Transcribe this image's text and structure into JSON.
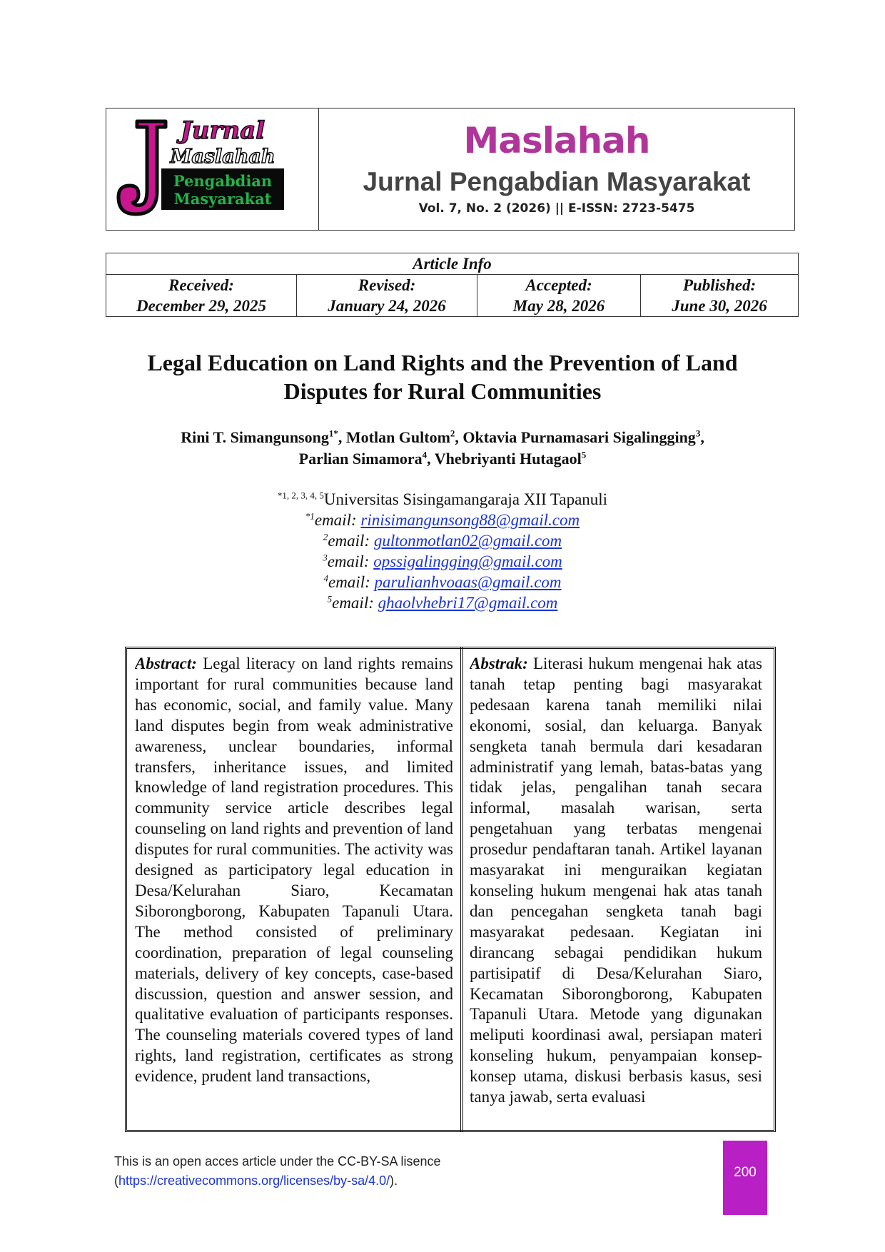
{
  "header": {
    "logo": {
      "word_top": "Jurnal",
      "word_mid": "Maslahah",
      "line1": "Pengabdian",
      "line2": "Masyarakat",
      "color_magenta": "#c8168f",
      "color_green": "#22b34a",
      "color_black": "#0a0a0a"
    },
    "journal_name": "Maslahah",
    "journal_subtitle": "Jurnal Pengabdian Masyarakat",
    "volume_line": "Vol. 7, No. 2 (2026) || E-ISSN: 2723-5475",
    "brand_color": "#b0359b"
  },
  "article_info": {
    "heading": "Article Info",
    "columns": [
      {
        "label": "Received:",
        "date": "December 29, 2025"
      },
      {
        "label": "Revised:",
        "date": "January 24, 2026"
      },
      {
        "label": "Accepted:",
        "date": "May 28, 2026"
      },
      {
        "label": "Published:",
        "date": "June 30, 2026"
      }
    ]
  },
  "title": {
    "line1": "Legal Education on Land Rights and the Prevention of Land",
    "line2": "Disputes for Rural Communities"
  },
  "authors": [
    {
      "name": "Rini T. Simangunsong",
      "sup": "1*",
      "sep": ", "
    },
    {
      "name": "Motlan Gultom",
      "sup": "2",
      "sep": ", "
    },
    {
      "name": "Oktavia Purnamasari Sigalingging",
      "sup": "3",
      "sep": ","
    },
    {
      "name": "Parlian Simamora",
      "sup": "4",
      "sep": ", "
    },
    {
      "name": "Vhebriyanti Hutagaol",
      "sup": "5",
      "sep": ""
    }
  ],
  "affiliation": {
    "sup": "*1, 2, 3, 4, 5",
    "name": "Universitas Sisingamangaraja XII Tapanuli"
  },
  "emails": [
    {
      "sup": "*1",
      "label": "email: ",
      "address": "rinisimangunsong88@gmail.com"
    },
    {
      "sup": "2",
      "label": "email: ",
      "address": "gultonmotlan02@gmail.com"
    },
    {
      "sup": "3",
      "label": "email: ",
      "address": "opssigalingging@gmail.com"
    },
    {
      "sup": "4",
      "label": "email: ",
      "address": "parulianhvoaas@gmail.com"
    },
    {
      "sup": "5",
      "label": "email: ",
      "address": "ghaolvhebri17@gmail.com"
    }
  ],
  "abstract_en": {
    "label": "Abstract:",
    "text": "Legal literacy on land rights remains important for rural communities because land has economic, social, and family value. Many land disputes begin from weak administrative awareness, unclear boundaries, informal transfers, inheritance issues, and limited knowledge of land registration procedures. This community service article describes legal counseling on land rights and prevention of land disputes for rural communities. The activity was designed as participatory legal education in Desa/Kelurahan Siaro, Kecamatan Siborongborong, Kabupaten Tapanuli Utara. The method consisted of preliminary coordination, preparation of legal counseling materials, delivery of key concepts, case-based discussion, question and answer session, and qualitative evaluation of participants responses. The counseling materials covered types of land rights, land registration, certificates as strong evidence, prudent land transactions,"
  },
  "abstract_id": {
    "label": "Abstrak:",
    "text": "Literasi hukum mengenai hak atas tanah tetap penting bagi masyarakat pedesaan karena tanah memiliki nilai ekonomi, sosial, dan keluarga. Banyak sengketa tanah bermula dari kesadaran administratif yang lemah, batas-batas yang tidak jelas, pengalihan tanah secara informal, masalah warisan, serta pengetahuan yang terbatas mengenai prosedur pendaftaran tanah. Artikel layanan masyarakat ini menguraikan kegiatan konseling hukum mengenai hak atas tanah dan pencegahan sengketa tanah bagi masyarakat pedesaan. Kegiatan ini dirancang sebagai pendidikan hukum partisipatif di Desa/Kelurahan Siaro, Kecamatan Siborongborong, Kabupaten Tapanuli Utara. Metode yang digunakan meliputi koordinasi awal, persiapan materi konseling hukum, penyampaian konsep-konsep utama, diskusi berbasis kasus, sesi tanya jawab, serta evaluasi"
  },
  "footer": {
    "line1": "This is an open acces article under the CC-BY-SA lisence",
    "open_paren": "(",
    "link": "https://creativecommons.org/licenses/by-sa/4.0/",
    "close_paren": ").",
    "page_number": "200",
    "badge_color": "#b81fc4"
  }
}
